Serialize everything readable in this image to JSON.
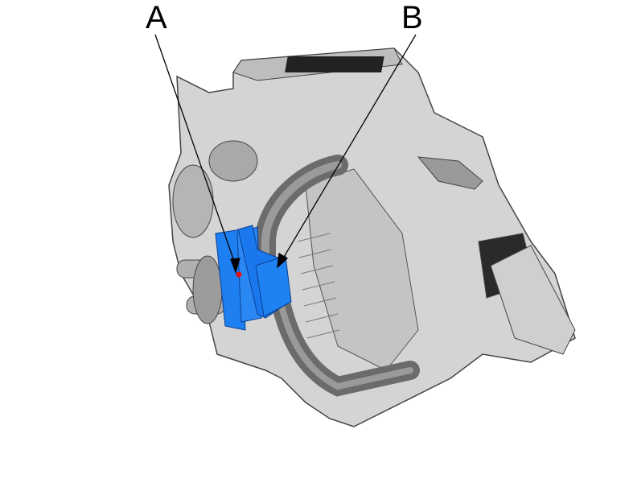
{
  "diagram": {
    "labels": [
      {
        "id": "A",
        "text": "A"
      },
      {
        "id": "B",
        "text": "B"
      }
    ],
    "colors": {
      "housing": "#c8c8c8",
      "housing_dark": "#8a8a8a",
      "highlight": "#1e7ff0",
      "marker": "#e01010",
      "line": "#000000"
    }
  }
}
